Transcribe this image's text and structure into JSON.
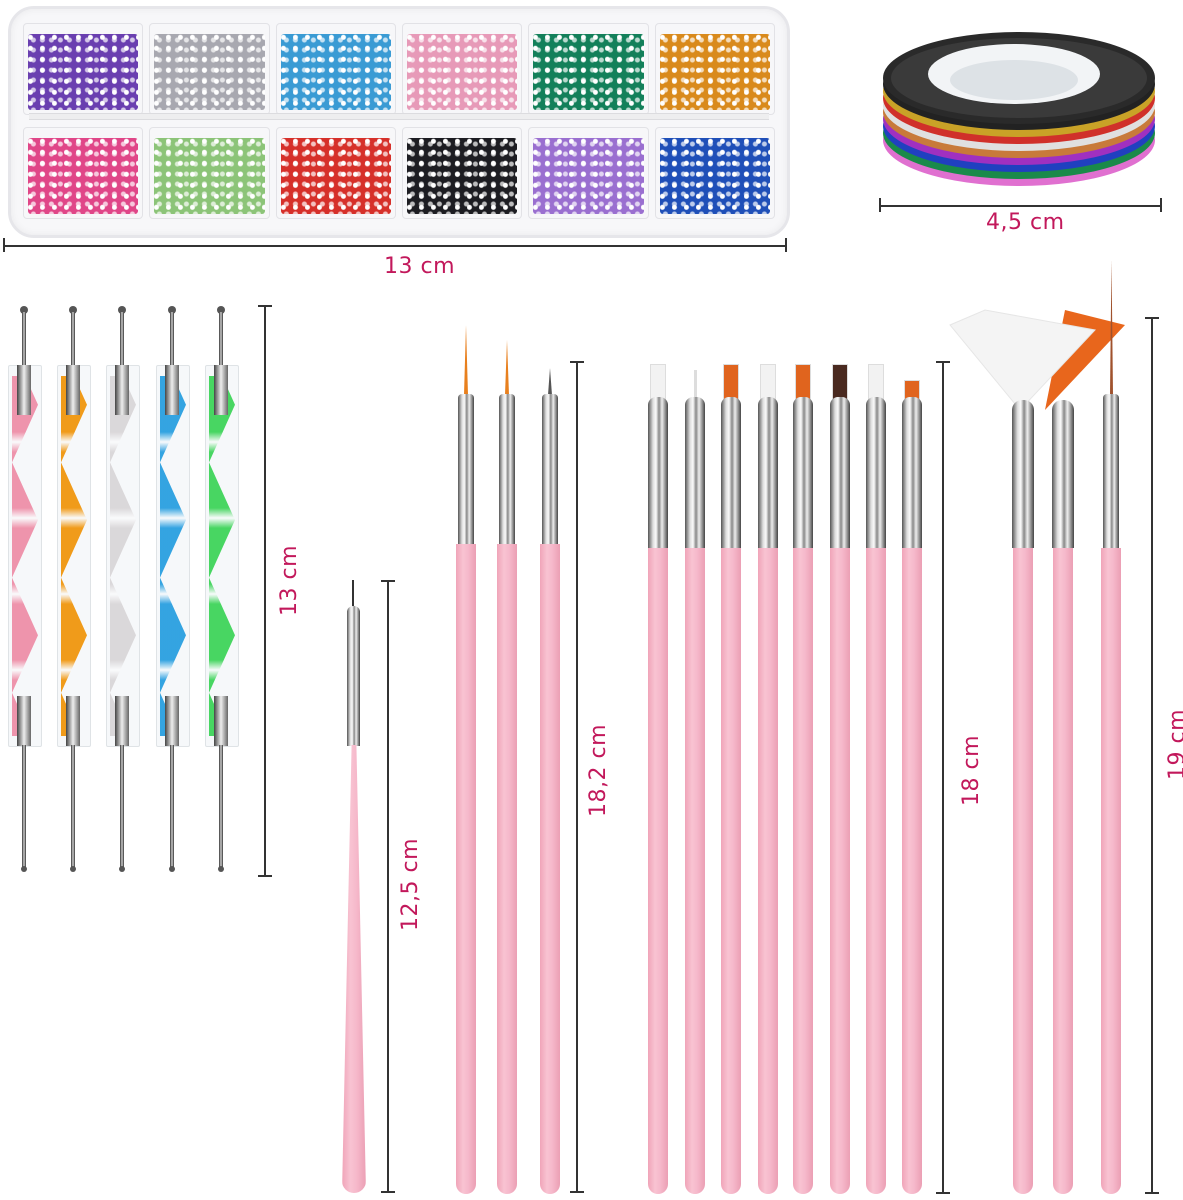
{
  "product": {
    "type": "nail art kit",
    "accent_color": "#c2185b",
    "handle_color": "#f6b9cb"
  },
  "rhinestone_tray": {
    "dimension_label": "13 cm",
    "compartments_top": [
      {
        "color_name": "purple",
        "hex": "#6a3fb0"
      },
      {
        "color_name": "silver",
        "hex": "#a8a8b0"
      },
      {
        "color_name": "light-blue",
        "hex": "#3a9bd4"
      },
      {
        "color_name": "pink",
        "hex": "#e79ab8"
      },
      {
        "color_name": "green",
        "hex": "#13805a"
      },
      {
        "color_name": "orange",
        "hex": "#d98a1c"
      }
    ],
    "compartments_bottom": [
      {
        "color_name": "hot-pink",
        "hex": "#e04688"
      },
      {
        "color_name": "light-green",
        "hex": "#8cc478"
      },
      {
        "color_name": "red",
        "hex": "#d6302a"
      },
      {
        "color_name": "black",
        "hex": "#1d1d22"
      },
      {
        "color_name": "lavender",
        "hex": "#9a6fd0"
      },
      {
        "color_name": "blue",
        "hex": "#1f4fb8"
      }
    ]
  },
  "striping_tape": {
    "dimension_label": "4,5 cm",
    "stripe_colors": [
      "#222222",
      "#c9a227",
      "#d0302a",
      "#e0e0e0",
      "#c87a3a",
      "#a030c0",
      "#2040c0",
      "#1a8a4a",
      "#e070d0"
    ]
  },
  "dotting_tools": {
    "dimension_label": "13 cm",
    "count": 5,
    "swirl_colors": [
      "#ee8fa8",
      "#f0960e",
      "#d9d6d8",
      "#2a9fe0",
      "#3fd45a"
    ]
  },
  "liner_brush_short": {
    "dimension_label": "12,5 cm"
  },
  "detail_brushes": {
    "dimension_label": "18,2 cm",
    "count": 3
  },
  "flat_brushes": {
    "dimension_label": "18 cm",
    "count": 8,
    "bristle_colors": [
      "#f2f2f2",
      "#f2f2f2",
      "#e0641e",
      "#f2f2f2",
      "#e0641e",
      "#4a2a20",
      "#f2f2f2",
      "#e0641e"
    ]
  },
  "fan_brushes": {
    "dimension_label": "19 cm",
    "count": 3,
    "bristle_colors": [
      "#f4f4f4",
      "#e8661c",
      "#a0522d"
    ]
  }
}
